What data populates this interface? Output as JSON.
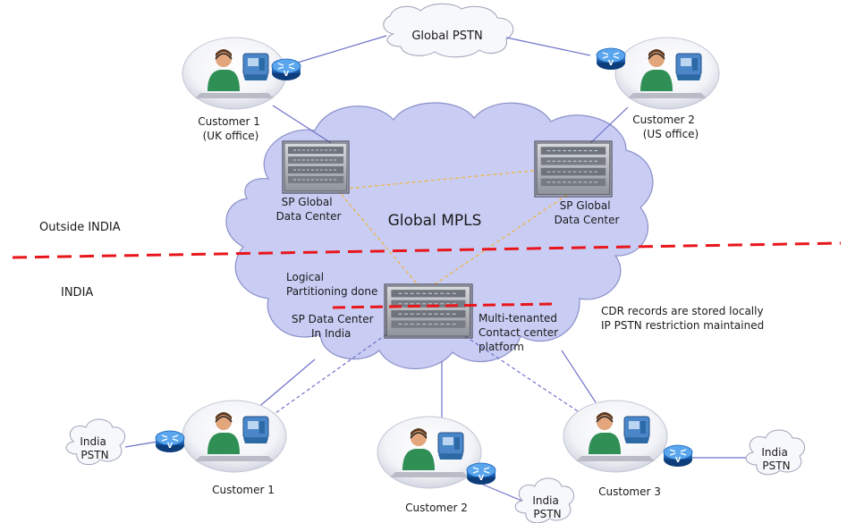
{
  "regions": {
    "outside": "Outside INDIA",
    "inside": "INDIA"
  },
  "clouds": {
    "global_pstn": "Global PSTN",
    "global_mpls": "Global MPLS"
  },
  "data_centers": {
    "uk": [
      "SP Global",
      "Data Center"
    ],
    "us": [
      "SP Global",
      "Data Center"
    ],
    "india": [
      "SP Data Center",
      "In India"
    ]
  },
  "platform_label": [
    "Multi-tenanted",
    "Contact center",
    "platform"
  ],
  "partition_label": [
    "Logical",
    "Partitioning done"
  ],
  "notes": [
    "CDR records are stored locally",
    "IP PSTN restriction maintained"
  ],
  "customers": {
    "uk": [
      "Customer 1",
      "(UK office)"
    ],
    "us": [
      "Customer 2",
      "(US office)"
    ],
    "india_1": "Customer 1",
    "india_2": "Customer 2",
    "india_3": "Customer 3"
  },
  "india_pstn": [
    "India",
    "PSTN"
  ],
  "router_mark": "V",
  "colors": {
    "cloud_fill": "#c9cdf4",
    "cloud_stroke": "#8a8fc8",
    "border_red": "#e8161b",
    "link_blue": "#6f72c9",
    "link_orange": "#f2b33a",
    "router_blue": "#1a5fb4"
  }
}
